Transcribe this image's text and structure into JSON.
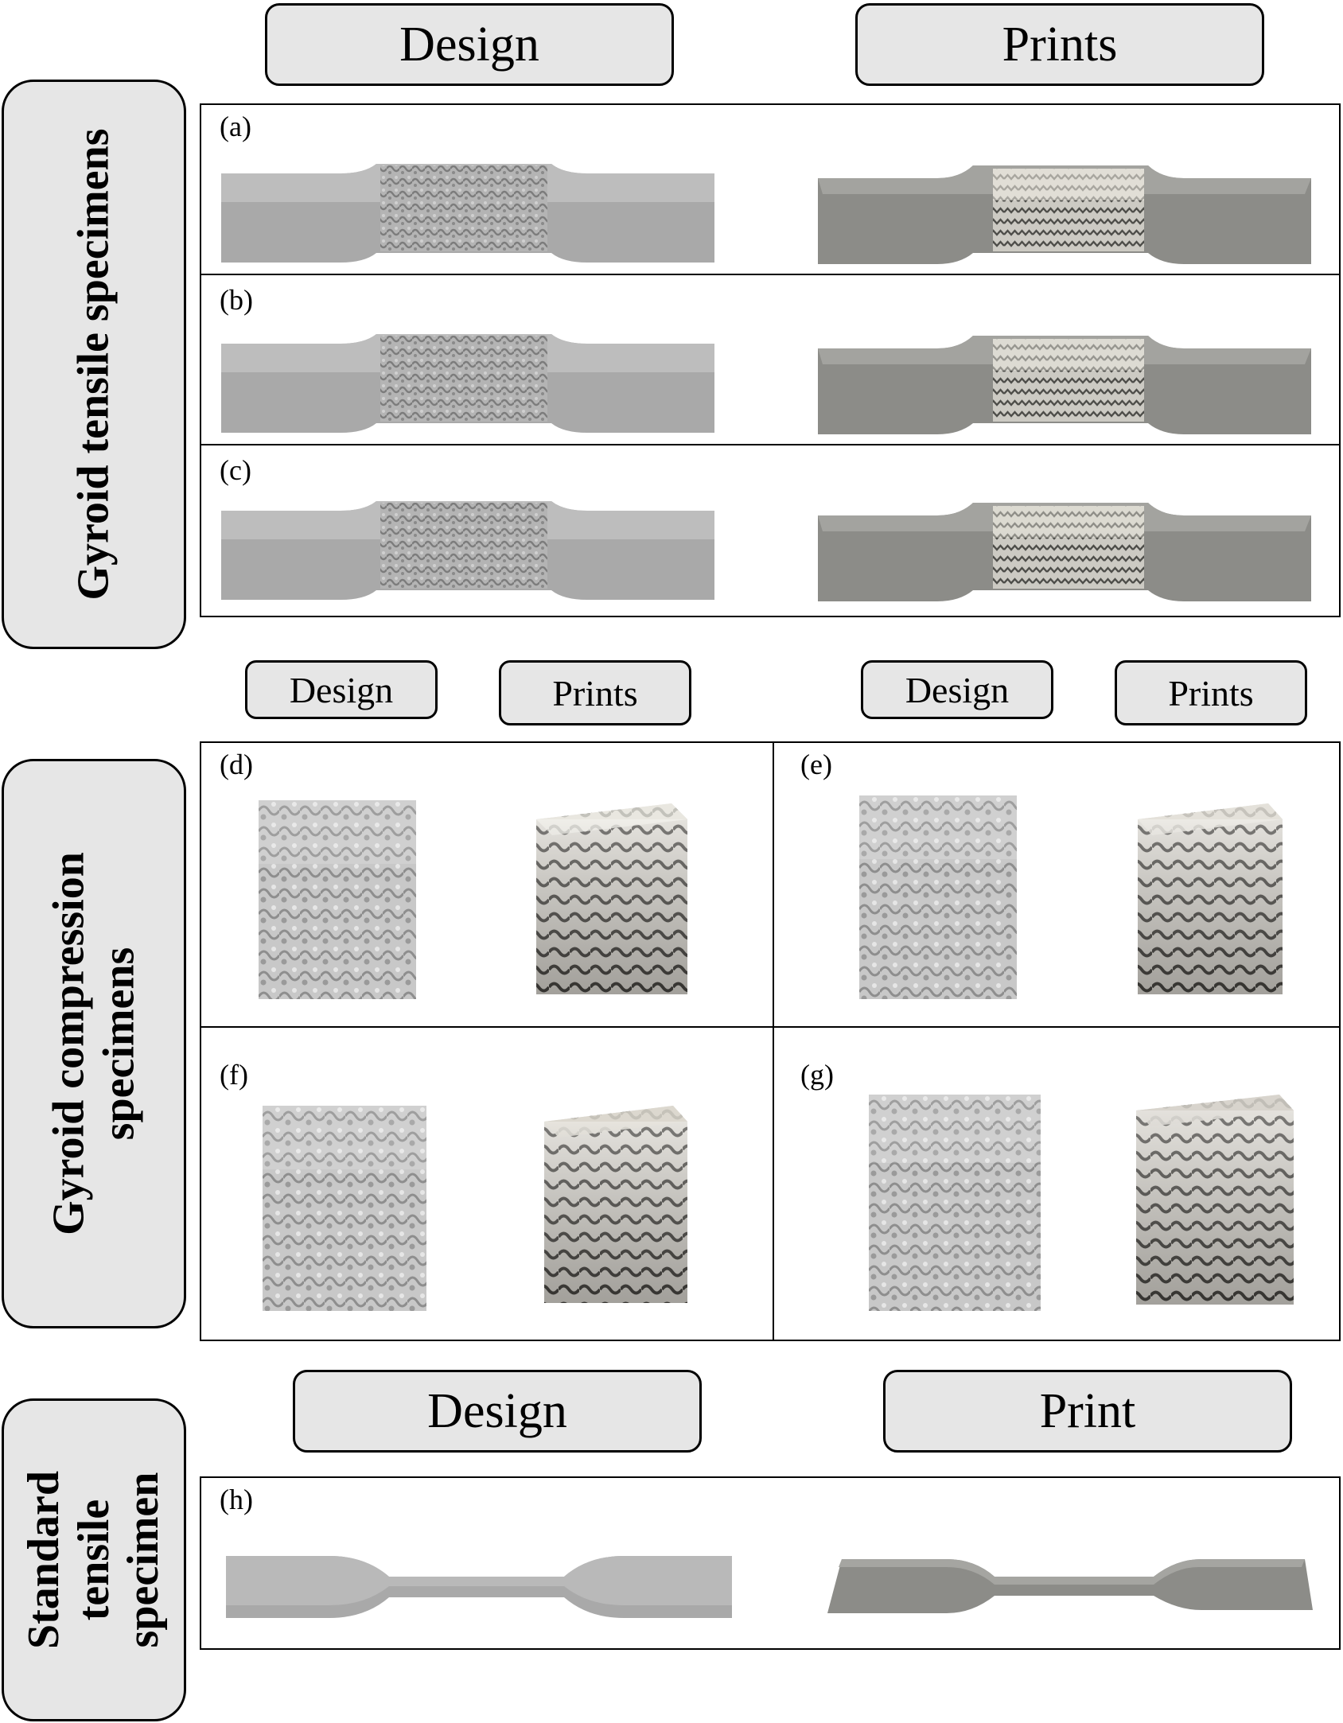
{
  "tensile_section": {
    "side_label": "Gyroid tensile specimens",
    "col_design": "Design",
    "col_prints": "Prints",
    "panels": [
      "(a)",
      "(b)",
      "(c)"
    ]
  },
  "compression_section": {
    "side_label_lines": [
      "Gyroid compression",
      "specimens"
    ],
    "col_design_left": "Design",
    "col_prints_left": "Prints",
    "col_design_right": "Design",
    "col_prints_right": "Prints",
    "panels": [
      "(d)",
      "(e)",
      "(f)",
      "(g)"
    ]
  },
  "standard_section": {
    "side_label_lines": [
      "Standard",
      "tensile",
      "specimen"
    ],
    "col_design": "Design",
    "col_print": "Print",
    "panels": [
      "(h)"
    ]
  },
  "colors": {
    "header_fill": "#e6e6e6",
    "design_grey": "#a9a9a9",
    "print_grey": "#8c8c88",
    "lattice_light": "#d4d2cc"
  }
}
